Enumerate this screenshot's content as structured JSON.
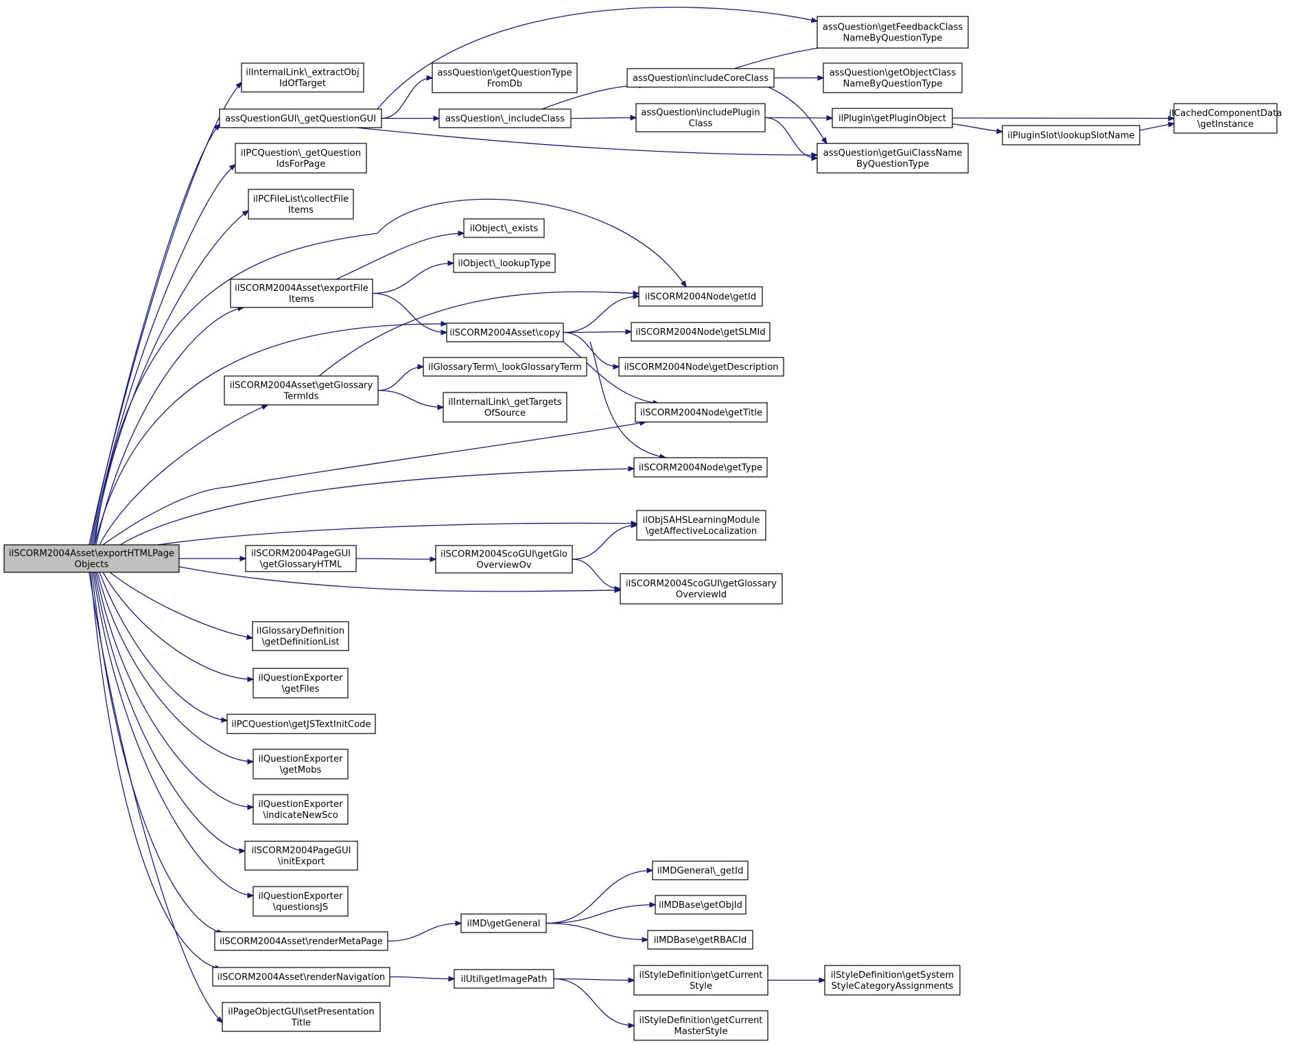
{
  "graph": {
    "root": "root",
    "nodes": [
      {
        "id": "root",
        "lines": [
          "ilSCORM2004Asset\\exportHTMLPage",
          "Objects"
        ]
      },
      {
        "id": "n_extractObj",
        "lines": [
          "ilInternalLink\\_extractObj",
          "IdOfTarget"
        ]
      },
      {
        "id": "n_getQuestionGUI",
        "lines": [
          "assQuestionGUI\\_getQuestionGUI"
        ]
      },
      {
        "id": "n_getQuestionIdsForPage",
        "lines": [
          "ilPCQuestion\\_getQuestion",
          "IdsForPage"
        ]
      },
      {
        "id": "n_collectFileItems",
        "lines": [
          "ilPCFileList\\collectFile",
          "Items"
        ]
      },
      {
        "id": "n_exportFileItems",
        "lines": [
          "ilSCORM2004Asset\\exportFile",
          "Items"
        ]
      },
      {
        "id": "n_getGlossaryTermIds",
        "lines": [
          "ilSCORM2004Asset\\getGlossary",
          "TermIds"
        ]
      },
      {
        "id": "n_getGlossaryHTML",
        "lines": [
          "ilSCORM2004PageGUI",
          "\\getGlossaryHTML"
        ]
      },
      {
        "id": "n_getDefinitionList",
        "lines": [
          "ilGlossaryDefinition",
          "\\getDefinitionList"
        ]
      },
      {
        "id": "n_getFiles",
        "lines": [
          "ilQuestionExporter",
          "\\getFiles"
        ]
      },
      {
        "id": "n_getJSTextInitCode",
        "lines": [
          "ilPCQuestion\\getJSTextInitCode"
        ]
      },
      {
        "id": "n_getMobs",
        "lines": [
          "ilQuestionExporter",
          "\\getMobs"
        ]
      },
      {
        "id": "n_indicateNewSco",
        "lines": [
          "ilQuestionExporter",
          "\\indicateNewSco"
        ]
      },
      {
        "id": "n_initExport",
        "lines": [
          "ilSCORM2004PageGUI",
          "\\initExport"
        ]
      },
      {
        "id": "n_questionsJS",
        "lines": [
          "ilQuestionExporter",
          "\\questionsJS"
        ]
      },
      {
        "id": "n_renderMetaPage",
        "lines": [
          "ilSCORM2004Asset\\renderMetaPage"
        ]
      },
      {
        "id": "n_renderNavigation",
        "lines": [
          "ilSCORM2004Asset\\renderNavigation"
        ]
      },
      {
        "id": "n_setPresentationTitle",
        "lines": [
          "ilPageObjectGUI\\setPresentation",
          "Title"
        ]
      },
      {
        "id": "n_getQuestionTypeFromDb",
        "lines": [
          "assQuestion\\getQuestionType",
          "FromDb"
        ]
      },
      {
        "id": "n_includeClass",
        "lines": [
          "assQuestion\\_includeClass"
        ]
      },
      {
        "id": "n_exists",
        "lines": [
          "ilObject\\_exists"
        ]
      },
      {
        "id": "n_lookupType",
        "lines": [
          "ilObject\\_lookupType"
        ]
      },
      {
        "id": "n_copy",
        "lines": [
          "ilSCORM2004Asset\\copy"
        ]
      },
      {
        "id": "n_lookGlossaryTerm",
        "lines": [
          "ilGlossaryTerm\\_lookGlossaryTerm"
        ]
      },
      {
        "id": "n_getTargetsOfSource",
        "lines": [
          "ilInternalLink\\_getTargets",
          "OfSource"
        ]
      },
      {
        "id": "n_getGloOverviewOv",
        "lines": [
          "ilSCORM2004ScoGUI\\getGlo",
          "OverviewOv"
        ]
      },
      {
        "id": "n_getGeneral",
        "lines": [
          "ilMD\\getGeneral"
        ]
      },
      {
        "id": "n_getImagePath",
        "lines": [
          "ilUtil\\getImagePath"
        ]
      },
      {
        "id": "n_includeCoreClass",
        "lines": [
          "assQuestion\\includeCoreClass"
        ]
      },
      {
        "id": "n_includePluginClass",
        "lines": [
          "assQuestion\\includePlugin",
          "Class"
        ]
      },
      {
        "id": "n_getId",
        "lines": [
          "ilSCORM2004Node\\getId"
        ]
      },
      {
        "id": "n_getSLMId",
        "lines": [
          "ilSCORM2004Node\\getSLMId"
        ]
      },
      {
        "id": "n_getDescription",
        "lines": [
          "ilSCORM2004Node\\getDescription"
        ]
      },
      {
        "id": "n_getTitle",
        "lines": [
          "ilSCORM2004Node\\getTitle"
        ]
      },
      {
        "id": "n_getType",
        "lines": [
          "ilSCORM2004Node\\getType"
        ]
      },
      {
        "id": "n_getAffectiveLocalization",
        "lines": [
          "ilObjSAHSLearningModule",
          "\\getAffectiveLocalization"
        ]
      },
      {
        "id": "n_getGlossaryOverviewId",
        "lines": [
          "ilSCORM2004ScoGUI\\getGlossary",
          "OverviewId"
        ]
      },
      {
        "id": "n_getMDGeneralId",
        "lines": [
          "ilMDGeneral\\_getId"
        ]
      },
      {
        "id": "n_getObjId",
        "lines": [
          "ilMDBase\\getObjId"
        ]
      },
      {
        "id": "n_getRBACId",
        "lines": [
          "ilMDBase\\getRBACId"
        ]
      },
      {
        "id": "n_getCurrentStyle",
        "lines": [
          "ilStyleDefinition\\getCurrent",
          "Style"
        ]
      },
      {
        "id": "n_getCurrentMasterStyle",
        "lines": [
          "ilStyleDefinition\\getCurrent",
          "MasterStyle"
        ]
      },
      {
        "id": "n_getFeedbackClassName",
        "lines": [
          "assQuestion\\getFeedbackClass",
          "NameByQuestionType"
        ]
      },
      {
        "id": "n_getObjectClassName",
        "lines": [
          "assQuestion\\getObjectClass",
          "NameByQuestionType"
        ]
      },
      {
        "id": "n_getPluginObject",
        "lines": [
          "ilPlugin\\getPluginObject"
        ]
      },
      {
        "id": "n_getGuiClassName",
        "lines": [
          "assQuestion\\getGuiClassName",
          "ByQuestionType"
        ]
      },
      {
        "id": "n_getSystemStyleCategory",
        "lines": [
          "ilStyleDefinition\\getSystem",
          "StyleCategoryAssignments"
        ]
      },
      {
        "id": "n_lookupSlotName",
        "lines": [
          "ilPluginSlot\\lookupSlotName"
        ]
      },
      {
        "id": "n_getInstance",
        "lines": [
          "ilCachedComponentData",
          "\\getInstance"
        ]
      }
    ],
    "edges": [
      [
        "root",
        "n_extractObj"
      ],
      [
        "root",
        "n_getQuestionGUI"
      ],
      [
        "root",
        "n_getQuestionIdsForPage"
      ],
      [
        "root",
        "n_collectFileItems"
      ],
      [
        "root",
        "n_getId"
      ],
      [
        "root",
        "n_exportFileItems"
      ],
      [
        "root",
        "n_copy"
      ],
      [
        "root",
        "n_getGlossaryTermIds"
      ],
      [
        "root",
        "n_getTitle"
      ],
      [
        "root",
        "n_getType"
      ],
      [
        "root",
        "n_getAffectiveLocalization"
      ],
      [
        "root",
        "n_getGlossaryHTML"
      ],
      [
        "root",
        "n_getGlossaryOverviewId"
      ],
      [
        "root",
        "n_getDefinitionList"
      ],
      [
        "root",
        "n_getFiles"
      ],
      [
        "root",
        "n_getJSTextInitCode"
      ],
      [
        "root",
        "n_getMobs"
      ],
      [
        "root",
        "n_indicateNewSco"
      ],
      [
        "root",
        "n_initExport"
      ],
      [
        "root",
        "n_questionsJS"
      ],
      [
        "root",
        "n_renderMetaPage"
      ],
      [
        "root",
        "n_renderNavigation"
      ],
      [
        "root",
        "n_setPresentationTitle"
      ],
      [
        "n_getQuestionGUI",
        "n_getFeedbackClassName"
      ],
      [
        "n_getQuestionGUI",
        "n_getQuestionTypeFromDb"
      ],
      [
        "n_getQuestionGUI",
        "n_includeClass"
      ],
      [
        "n_getQuestionGUI",
        "n_getGuiClassName"
      ],
      [
        "n_includeClass",
        "n_includeCoreClass"
      ],
      [
        "n_includeClass",
        "n_includePluginClass"
      ],
      [
        "n_includeCoreClass",
        "n_getFeedbackClassName"
      ],
      [
        "n_includeCoreClass",
        "n_getObjectClassName"
      ],
      [
        "n_includeCoreClass",
        "n_getGuiClassName"
      ],
      [
        "n_includePluginClass",
        "n_getPluginObject"
      ],
      [
        "n_includePluginClass",
        "n_getGuiClassName"
      ],
      [
        "n_getPluginObject",
        "n_getInstance"
      ],
      [
        "n_getPluginObject",
        "n_lookupSlotName"
      ],
      [
        "n_lookupSlotName",
        "n_getInstance"
      ],
      [
        "n_exportFileItems",
        "n_exists"
      ],
      [
        "n_exportFileItems",
        "n_lookupType"
      ],
      [
        "n_exportFileItems",
        "n_copy"
      ],
      [
        "n_copy",
        "n_getId"
      ],
      [
        "n_copy",
        "n_getSLMId"
      ],
      [
        "n_copy",
        "n_getDescription"
      ],
      [
        "n_copy",
        "n_getTitle"
      ],
      [
        "n_copy",
        "n_getType"
      ],
      [
        "n_getGlossaryTermIds",
        "n_getId"
      ],
      [
        "n_getGlossaryTermIds",
        "n_lookGlossaryTerm"
      ],
      [
        "n_getGlossaryTermIds",
        "n_getTargetsOfSource"
      ],
      [
        "n_getGlossaryHTML",
        "n_getGloOverviewOv"
      ],
      [
        "n_getGloOverviewOv",
        "n_getAffectiveLocalization"
      ],
      [
        "n_getGloOverviewOv",
        "n_getGlossaryOverviewId"
      ],
      [
        "n_renderMetaPage",
        "n_getGeneral"
      ],
      [
        "n_getGeneral",
        "n_getMDGeneralId"
      ],
      [
        "n_getGeneral",
        "n_getObjId"
      ],
      [
        "n_getGeneral",
        "n_getRBACId"
      ],
      [
        "n_renderNavigation",
        "n_getImagePath"
      ],
      [
        "n_getImagePath",
        "n_getCurrentStyle"
      ],
      [
        "n_getImagePath",
        "n_getCurrentMasterStyle"
      ],
      [
        "n_getCurrentStyle",
        "n_getSystemStyleCategory"
      ]
    ]
  }
}
